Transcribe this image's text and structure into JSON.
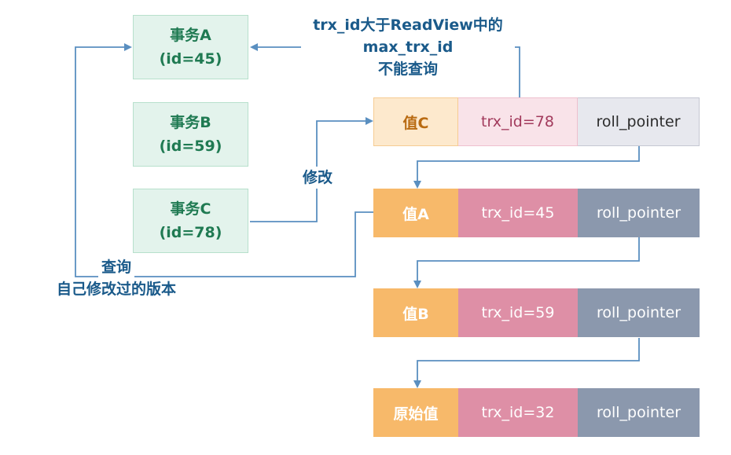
{
  "transactions": [
    {
      "name": "事务A",
      "id": "(id=45)"
    },
    {
      "name": "事务B",
      "id": "(id=59)"
    },
    {
      "name": "事务C",
      "id": "(id=78)"
    }
  ],
  "labels": {
    "not_visible_line1": "trx_id大于ReadView中的",
    "not_visible_line2": "max_trx_id",
    "not_visible_line3": "不能查询",
    "modify": "修改",
    "query_line1": "查询",
    "query_line2": "自己修改过的版本"
  },
  "versions": [
    {
      "value": "值C",
      "trx_id": "trx_id=78",
      "pointer": "roll_pointer"
    },
    {
      "value": "值A",
      "trx_id": "trx_id=45",
      "pointer": "roll_pointer"
    },
    {
      "value": "值B",
      "trx_id": "trx_id=59",
      "pointer": "roll_pointer"
    },
    {
      "value": "原始值",
      "trx_id": "trx_id=32",
      "pointer": "roll_pointer"
    }
  ],
  "colors": {
    "arrow": "#5a8fc0",
    "tx_fill": "#e3f3ec",
    "tx_text": "#1f7a52",
    "label_text": "#1a5a8a"
  }
}
